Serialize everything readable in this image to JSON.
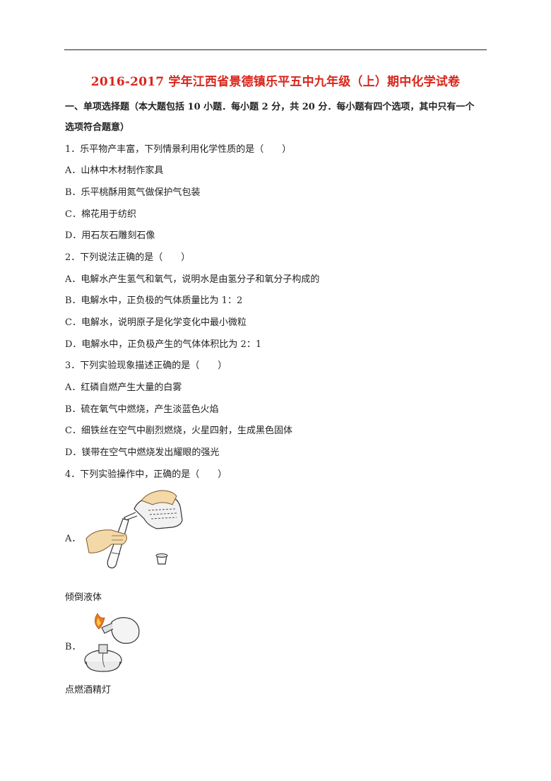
{
  "title": "2016-2017 学年江西省景德镇乐平五中九年级（上）期中化学试卷",
  "section": {
    "line1": "一、单项选择题（本大题包括 10 小题．每小题 2 分，共 20 分．每小题有四个选项，其中只有一个",
    "line2": "选项符合题意）"
  },
  "q1": {
    "stem": "1．乐平物产丰富，下列情景利用化学性质的是（　　）",
    "a": "A．山林中木材制作家具",
    "b": "B．乐平桃酥用氮气做保护气包装",
    "c": "C．棉花用于纺织",
    "d": "D．用石灰石雕刻石像"
  },
  "q2": {
    "stem": "2．下列说法正确的是（　　）",
    "a": "A．电解水产生氢气和氧气，说明水是由氢分子和氧分子构成的",
    "b": "B．电解水中，正负极的气体质量比为 1：2",
    "c": "C．电解水，说明原子是化学变化中最小微粒",
    "d": "D．电解水中，正负极产生的气体体积比为 2：1"
  },
  "q3": {
    "stem": "3．下列实验现象描述正确的是（　　）",
    "a": "A．红磷自燃产生大量的白雾",
    "b": "B．硫在氧气中燃烧，产生淡蓝色火焰",
    "c": "C．细铁丝在空气中剧烈燃烧，火星四射，生成黑色固体",
    "d": "D．镁带在空气中燃烧发出耀眼的强光"
  },
  "q4": {
    "stem": "4．下列实验操作中，正确的是（　　）",
    "a_letter": "A．",
    "a_caption": "倾倒液体",
    "b_letter": "B．",
    "b_caption": "点燃酒精灯"
  }
}
